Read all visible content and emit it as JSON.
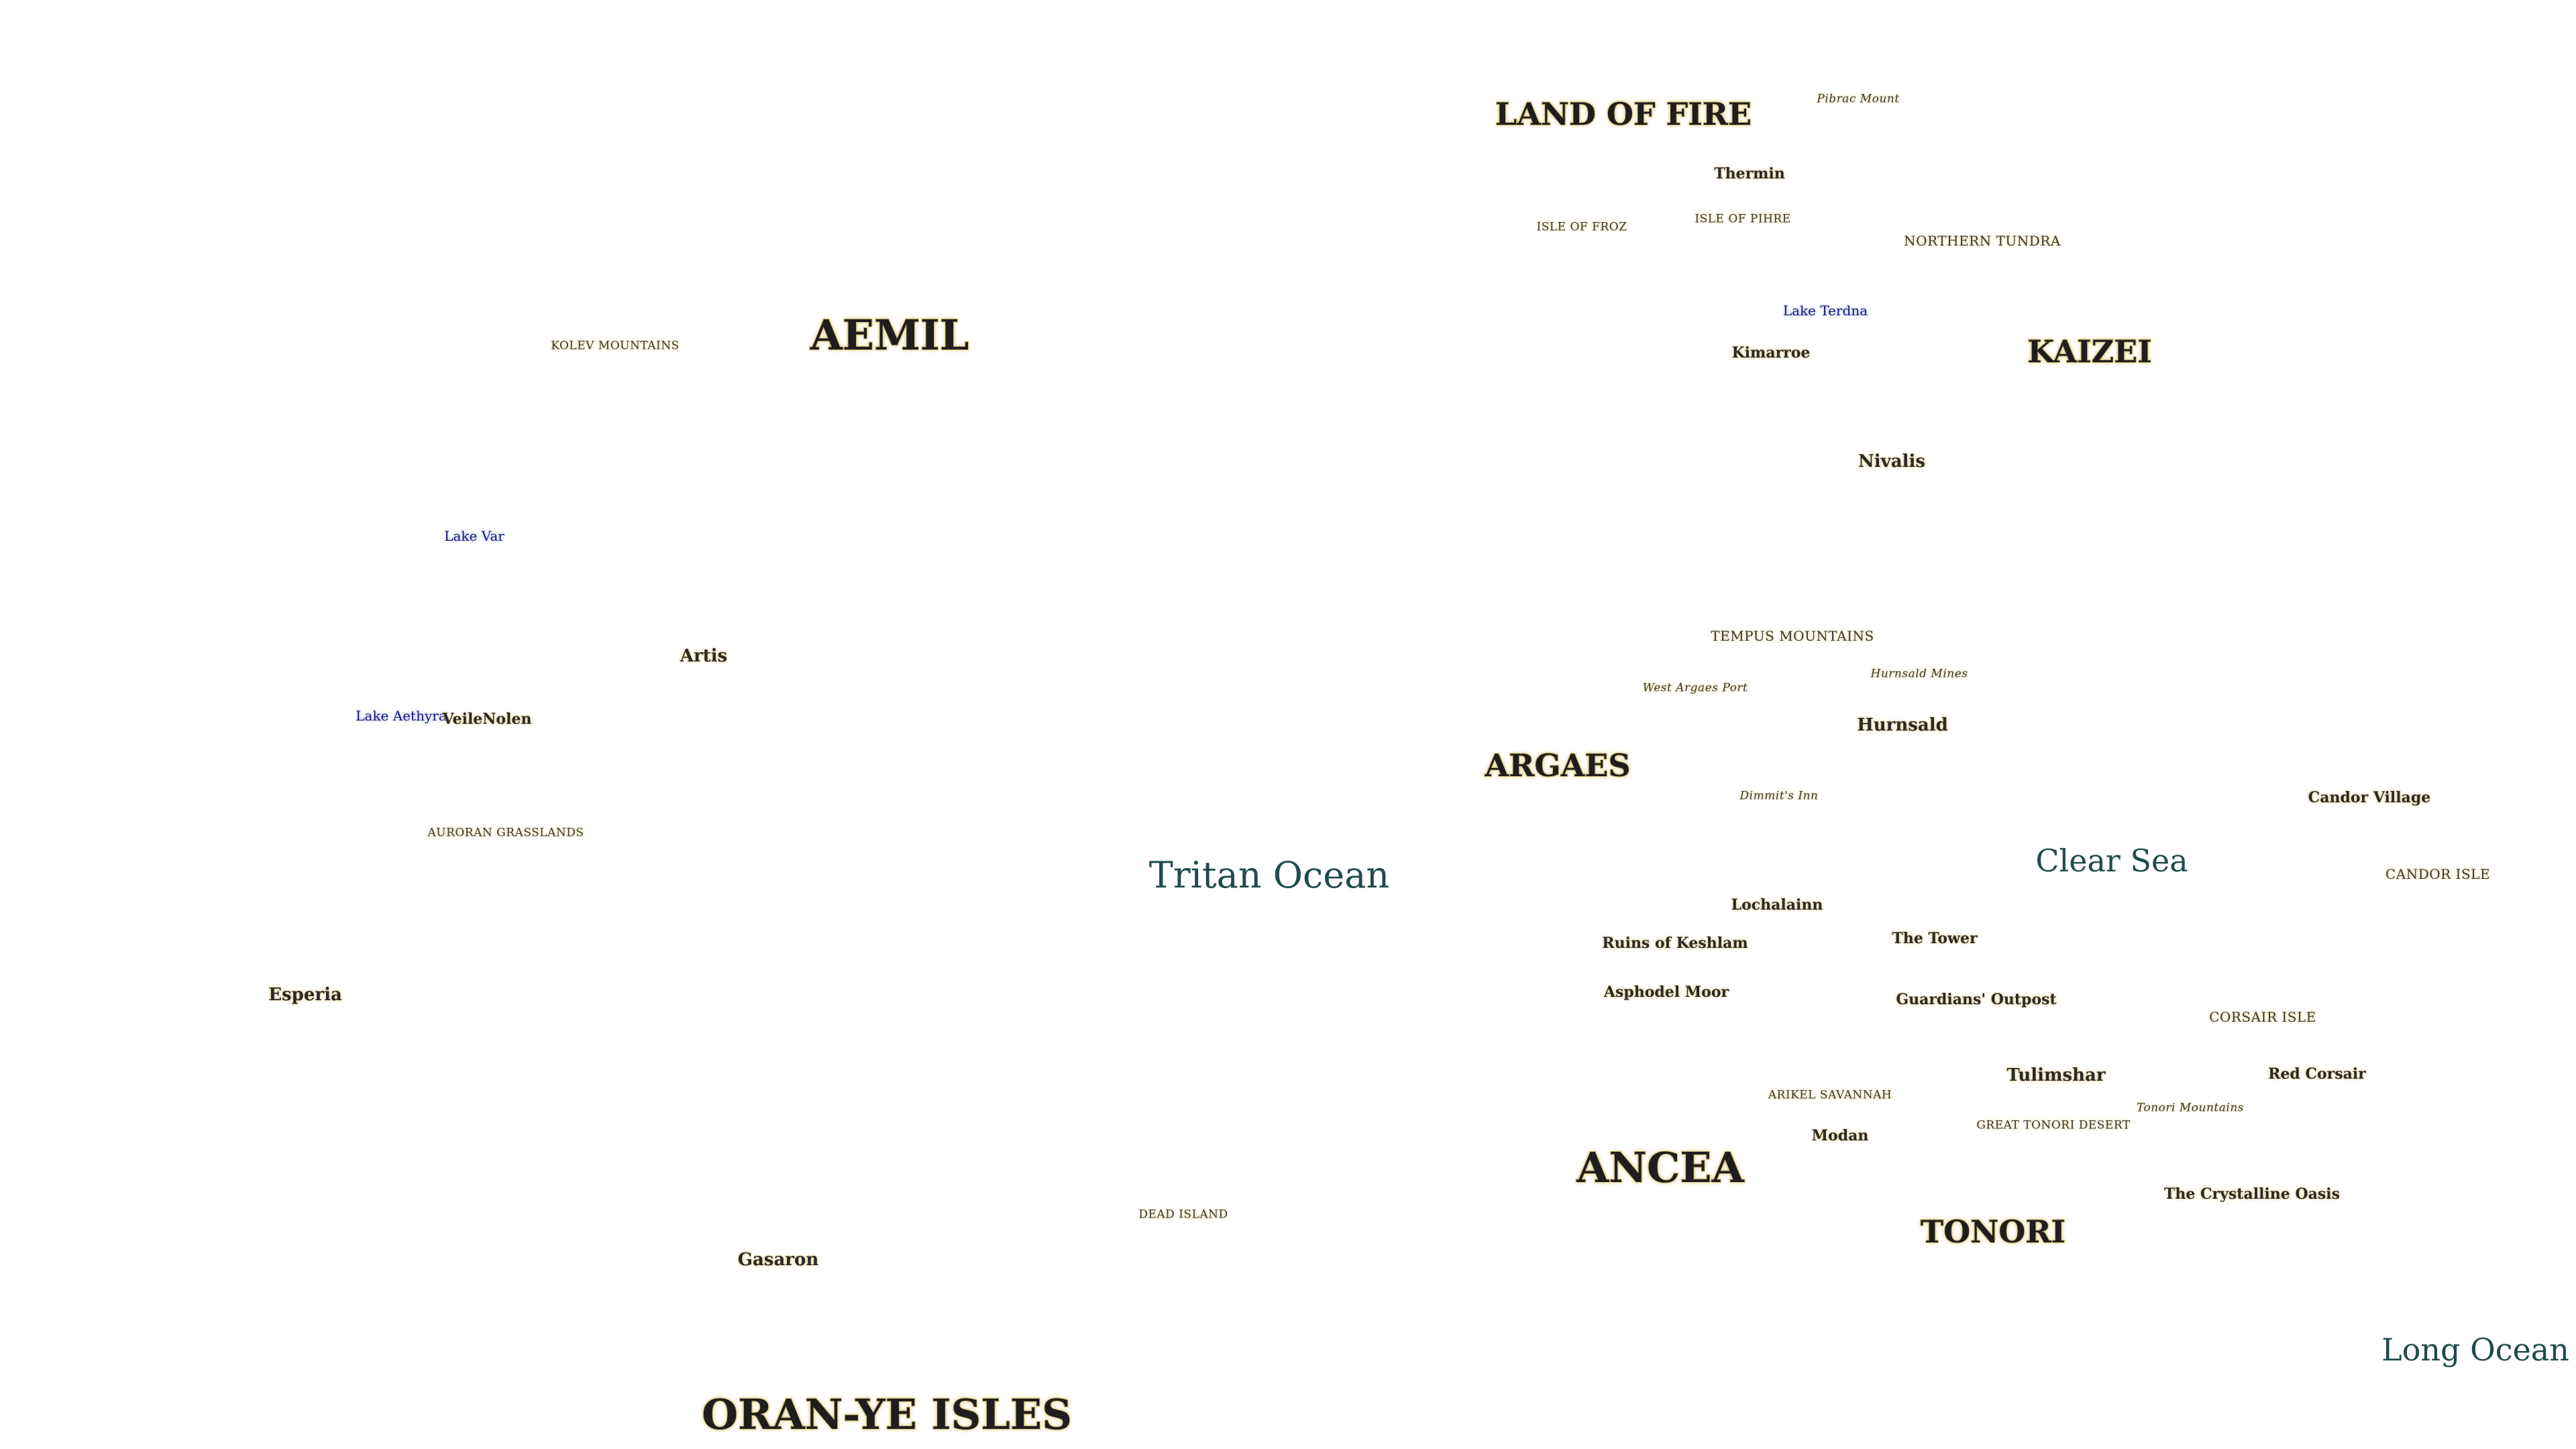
{
  "map": {
    "regions": {
      "aemil": "AEMIL",
      "land_of_fire": "LAND OF FIRE",
      "kaizei": "KAIZEI",
      "argaes": "ARGAES",
      "ancea": "ANCEA",
      "tonori": "TONORI",
      "oran_ye_isles": "ORAN-YE ISLES"
    },
    "seas": {
      "tritan_ocean": "Tritan Ocean",
      "clear_sea": "Clear Sea",
      "long_ocean": "Long Ocean"
    },
    "lakes": {
      "lake_var": "Lake Var",
      "lake_aethyra": "Lake Aethyra",
      "lake_terdna": "Lake Terdna"
    },
    "features": {
      "kolev_mountains": "KOLEV MOUNTAINS",
      "auroran_grasslands": "AURORAN GRASSLANDS",
      "dead_island": "DEAD ISLAND",
      "pibrac_mount": "Pibrac Mount",
      "isle_of_froz": "ISLE OF FROZ",
      "isle_of_pihre": "ISLE OF PIHRE",
      "northern_tundra": "NORTHERN TUNDRA",
      "tempus_mountains": "TEMPUS MOUNTAINS",
      "west_argaes_port": "West Argaes Port",
      "hurnsald_mines": "Hurnsald Mines",
      "dimmit_inn": "Dimmit's Inn",
      "candor_isle": "CANDOR ISLE",
      "corsair_isle": "CORSAIR ISLE",
      "arikel_savannah": "ARIKEL SAVANNAH",
      "great_tonori_desert": "GREAT TONORI DESERT",
      "tonori_mountains": "Tonori Mountains"
    },
    "towns": {
      "artis": "Artis",
      "veilenolen": "VeileNolen",
      "esperia": "Esperia",
      "gasaron": "Gasaron",
      "thermin": "Thermin",
      "kimarroe": "Kimarroe",
      "nivalis": "Nivalis",
      "hurnsald": "Hurnsald",
      "lochalainn": "Lochalainn",
      "ruins_of_keshlam": "Ruins of Keshlam",
      "the_tower": "The Tower",
      "asphodel_moor": "Asphodel Moor",
      "guardians_outpost": "Guardians' Outpost",
      "candor_village": "Candor Village",
      "tulimshar": "Tulimshar",
      "red_corsair": "Red Corsair",
      "modan": "Modan",
      "the_crystalline_oasis": "The Crystalline Oasis"
    }
  }
}
